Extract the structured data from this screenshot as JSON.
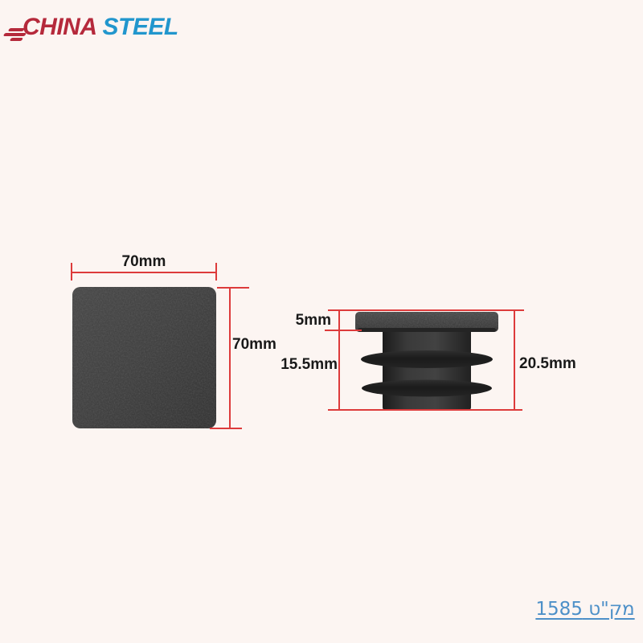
{
  "page": {
    "background_color": "#fcf5f2",
    "dimension_line_color": "#dd3b3b",
    "product_color": "#3a3a3a"
  },
  "logo": {
    "part1": "CHINA",
    "part2": "STEEL",
    "part1_color": "#b5293b",
    "part2_color": "#2196cd",
    "icon": "speed-lines-icon"
  },
  "front_view": {
    "width_label": "70mm",
    "height_label": "70mm"
  },
  "side_view": {
    "cap_height_label": "5mm",
    "insert_depth_label": "15.5mm",
    "total_height_label": "20.5mm"
  },
  "footer": {
    "sku_text": "מק\"ט 1585",
    "sku_color": "#4d90c8"
  }
}
